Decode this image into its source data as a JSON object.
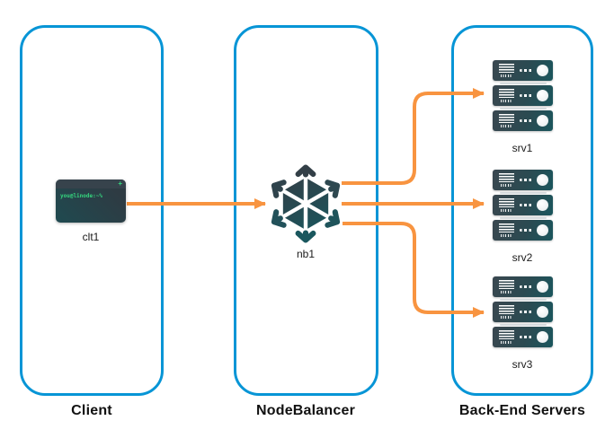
{
  "colors": {
    "zone_border": "#0795D6",
    "arrow": "#F89440",
    "device_dark": "#3A4750",
    "device_teal": "#1A565D",
    "terminal_green": "#35D67E"
  },
  "zones": {
    "client": {
      "label": "Client"
    },
    "nodebalancer": {
      "label": "NodeBalancer"
    },
    "backend": {
      "label": "Back-End Servers"
    }
  },
  "nodes": {
    "client_terminal": {
      "name": "clt1",
      "prompt": "you@linode:~%",
      "window_icon": "+"
    },
    "nodebalancer": {
      "name": "nb1"
    },
    "servers": [
      {
        "name": "srv1"
      },
      {
        "name": "srv2"
      },
      {
        "name": "srv3"
      }
    ]
  }
}
